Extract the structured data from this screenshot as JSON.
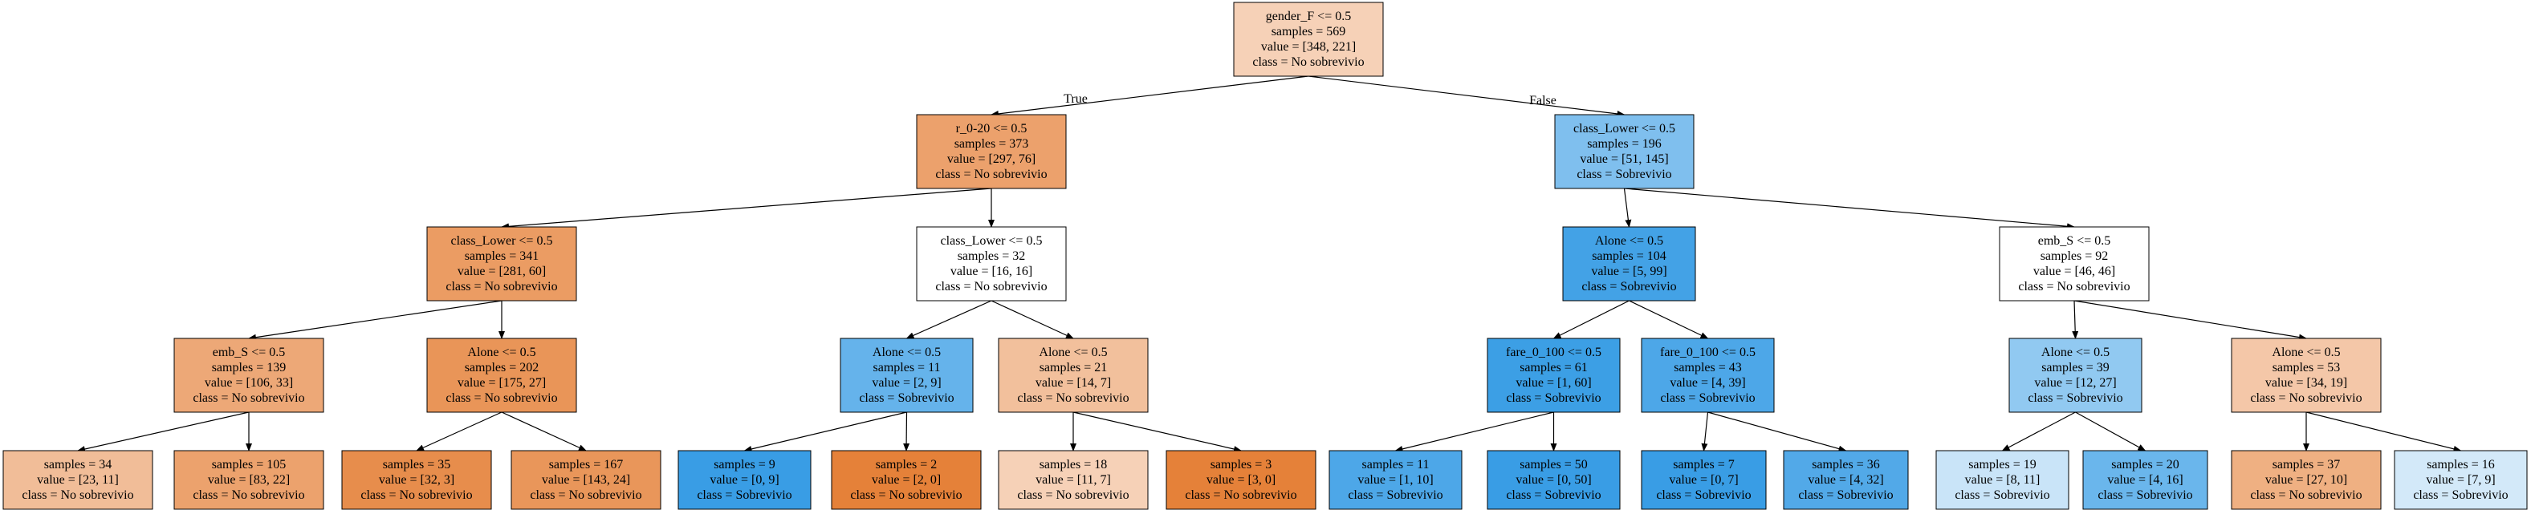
{
  "tree": {
    "nodes": [
      {
        "id": "n0",
        "lines": [
          "gender_F <= 0.5",
          "samples = 569",
          "value = [348, 221]",
          "class = No sobrevivio"
        ],
        "fill": "#f6d1b7"
      },
      {
        "id": "n1",
        "lines": [
          "r_0-20 <= 0.5",
          "samples = 373",
          "value = [297, 76]",
          "class = No sobrevivio"
        ],
        "fill": "#eca16c"
      },
      {
        "id": "n2",
        "lines": [
          "class_Lower <= 0.5",
          "samples = 341",
          "value = [281, 60]",
          "class = No sobrevivio"
        ],
        "fill": "#eb9c63"
      },
      {
        "id": "n3",
        "lines": [
          "emb_S <= 0.5",
          "samples = 139",
          "value = [106, 33]",
          "class = No sobrevivio"
        ],
        "fill": "#eda877"
      },
      {
        "id": "n4",
        "lines": [
          "samples = 34",
          "value = [23, 11]",
          "class = No sobrevivio"
        ],
        "fill": "#f1bd98"
      },
      {
        "id": "n5",
        "lines": [
          "samples = 105",
          "value = [83, 22]",
          "class = No sobrevivio"
        ],
        "fill": "#eca26d"
      },
      {
        "id": "n6",
        "lines": [
          "Alone <= 0.5",
          "samples = 202",
          "value = [175, 27]",
          "class = No sobrevivio"
        ],
        "fill": "#e99558"
      },
      {
        "id": "n7",
        "lines": [
          "samples = 35",
          "value = [32, 3]",
          "class = No sobrevivio"
        ],
        "fill": "#e78d4c"
      },
      {
        "id": "n8",
        "lines": [
          "samples = 167",
          "value = [143, 24]",
          "class = No sobrevivio"
        ],
        "fill": "#e9965a"
      },
      {
        "id": "n9",
        "lines": [
          "class_Lower <= 0.5",
          "samples = 32",
          "value = [16, 16]",
          "class = No sobrevivio"
        ],
        "fill": "#ffffff"
      },
      {
        "id": "n10",
        "lines": [
          "Alone <= 0.5",
          "samples = 11",
          "value = [2, 9]",
          "class = Sobrevivio"
        ],
        "fill": "#65b3eb"
      },
      {
        "id": "n11",
        "lines": [
          "samples = 9",
          "value = [0, 9]",
          "class = Sobrevivio"
        ],
        "fill": "#399de5"
      },
      {
        "id": "n12",
        "lines": [
          "samples = 2",
          "value = [2, 0]",
          "class = No sobrevivio"
        ],
        "fill": "#e58139"
      },
      {
        "id": "n13",
        "lines": [
          "Alone <= 0.5",
          "samples = 21",
          "value = [14, 7]",
          "class = No sobrevivio"
        ],
        "fill": "#f2c09c"
      },
      {
        "id": "n14",
        "lines": [
          "samples = 18",
          "value = [11, 7]",
          "class = No sobrevivio"
        ],
        "fill": "#f6d1b7"
      },
      {
        "id": "n15",
        "lines": [
          "samples = 3",
          "value = [3, 0]",
          "class = No sobrevivio"
        ],
        "fill": "#e58139"
      },
      {
        "id": "n16",
        "lines": [
          "class_Lower <= 0.5",
          "samples = 196",
          "value = [51, 145]",
          "class = Sobrevivio"
        ],
        "fill": "#7fbfee"
      },
      {
        "id": "n17",
        "lines": [
          "Alone <= 0.5",
          "samples = 104",
          "value = [5, 99]",
          "class = Sobrevivio"
        ],
        "fill": "#43a2e6"
      },
      {
        "id": "n18",
        "lines": [
          "fare_0_100 <= 0.5",
          "samples = 61",
          "value = [1, 60]",
          "class = Sobrevivio"
        ],
        "fill": "#3c9fe5"
      },
      {
        "id": "n19",
        "lines": [
          "samples = 11",
          "value = [1, 10]",
          "class = Sobrevivio"
        ],
        "fill": "#4da7e8"
      },
      {
        "id": "n20",
        "lines": [
          "samples = 50",
          "value = [0, 50]",
          "class = Sobrevivio"
        ],
        "fill": "#399de5"
      },
      {
        "id": "n21",
        "lines": [
          "fare_0_100 <= 0.5",
          "samples = 43",
          "value = [4, 39]",
          "class = Sobrevivio"
        ],
        "fill": "#4da7e8"
      },
      {
        "id": "n22",
        "lines": [
          "samples = 7",
          "value = [0, 7]",
          "class = Sobrevivio"
        ],
        "fill": "#399de5"
      },
      {
        "id": "n23",
        "lines": [
          "samples = 36",
          "value = [4, 32]",
          "class = Sobrevivio"
        ],
        "fill": "#52a9e8"
      },
      {
        "id": "n24",
        "lines": [
          "emb_S <= 0.5",
          "samples = 92",
          "value = [46, 46]",
          "class = No sobrevivio"
        ],
        "fill": "#ffffff"
      },
      {
        "id": "n25",
        "lines": [
          "Alone <= 0.5",
          "samples = 39",
          "value = [12, 27]",
          "class = Sobrevivio"
        ],
        "fill": "#91c9f1"
      },
      {
        "id": "n26",
        "lines": [
          "samples = 19",
          "value = [8, 11]",
          "class = Sobrevivio"
        ],
        "fill": "#c9e4f8"
      },
      {
        "id": "n27",
        "lines": [
          "samples = 20",
          "value = [4, 16]",
          "class = Sobrevivio"
        ],
        "fill": "#6ab6ec"
      },
      {
        "id": "n28",
        "lines": [
          "Alone <= 0.5",
          "samples = 53",
          "value = [34, 19]",
          "class = No sobrevivio"
        ],
        "fill": "#f4c7a8"
      },
      {
        "id": "n29",
        "lines": [
          "samples = 37",
          "value = [27, 10]",
          "class = No sobrevivio"
        ],
        "fill": "#efb082"
      },
      {
        "id": "n30",
        "lines": [
          "samples = 16",
          "value = [7, 9]",
          "class = Sobrevivio"
        ],
        "fill": "#d3e9f9"
      }
    ],
    "edges": [
      {
        "from": "n0",
        "to": "n1",
        "label": "True"
      },
      {
        "from": "n0",
        "to": "n16",
        "label": "False"
      },
      {
        "from": "n1",
        "to": "n2"
      },
      {
        "from": "n1",
        "to": "n9"
      },
      {
        "from": "n2",
        "to": "n3"
      },
      {
        "from": "n2",
        "to": "n6"
      },
      {
        "from": "n3",
        "to": "n4"
      },
      {
        "from": "n3",
        "to": "n5"
      },
      {
        "from": "n6",
        "to": "n7"
      },
      {
        "from": "n6",
        "to": "n8"
      },
      {
        "from": "n9",
        "to": "n10"
      },
      {
        "from": "n9",
        "to": "n13"
      },
      {
        "from": "n10",
        "to": "n11"
      },
      {
        "from": "n10",
        "to": "n12"
      },
      {
        "from": "n13",
        "to": "n14"
      },
      {
        "from": "n13",
        "to": "n15"
      },
      {
        "from": "n16",
        "to": "n17"
      },
      {
        "from": "n16",
        "to": "n24"
      },
      {
        "from": "n17",
        "to": "n18"
      },
      {
        "from": "n17",
        "to": "n21"
      },
      {
        "from": "n18",
        "to": "n19"
      },
      {
        "from": "n18",
        "to": "n20"
      },
      {
        "from": "n21",
        "to": "n22"
      },
      {
        "from": "n21",
        "to": "n23"
      },
      {
        "from": "n24",
        "to": "n25"
      },
      {
        "from": "n24",
        "to": "n28"
      },
      {
        "from": "n25",
        "to": "n26"
      },
      {
        "from": "n25",
        "to": "n27"
      },
      {
        "from": "n28",
        "to": "n29"
      },
      {
        "from": "n28",
        "to": "n30"
      }
    ]
  }
}
